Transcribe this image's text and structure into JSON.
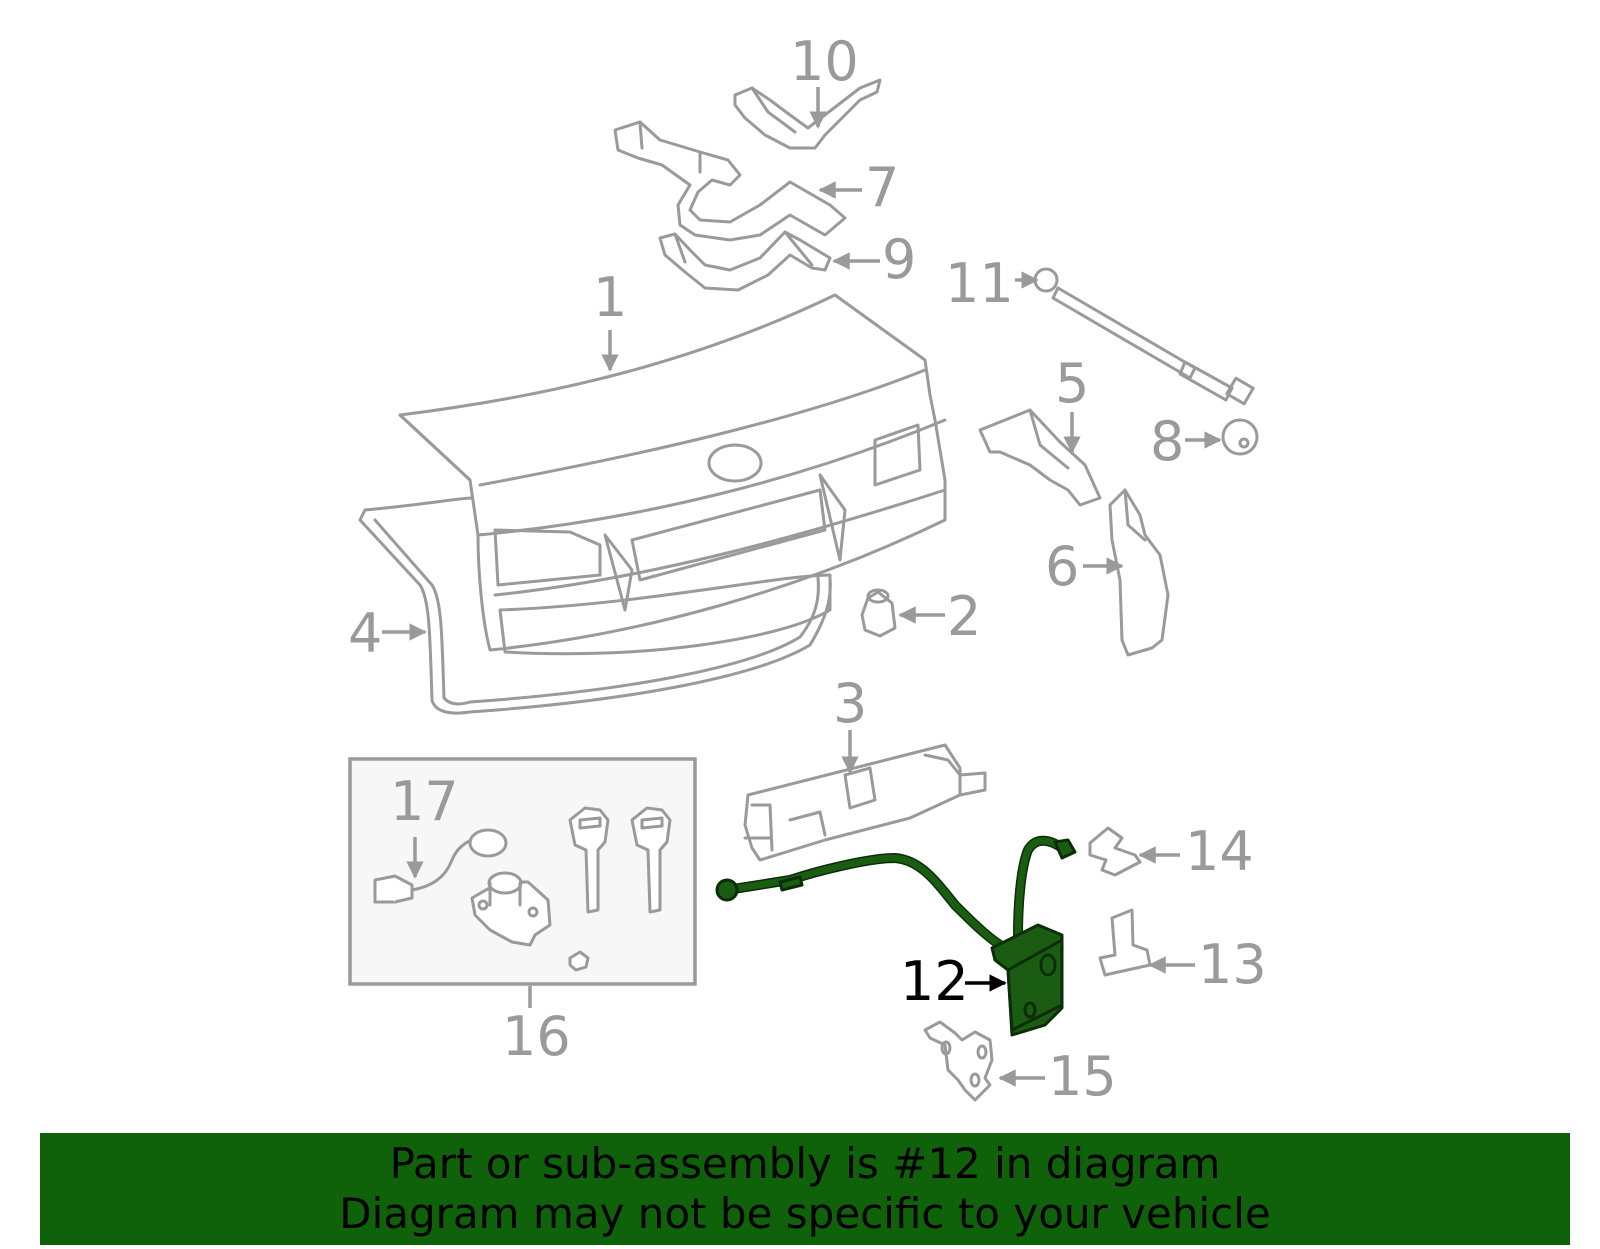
{
  "diagram": {
    "highlighted_part": "12",
    "callouts": [
      {
        "id": "c1",
        "label": "1"
      },
      {
        "id": "c2",
        "label": "2"
      },
      {
        "id": "c3",
        "label": "3"
      },
      {
        "id": "c4",
        "label": "4"
      },
      {
        "id": "c5",
        "label": "5"
      },
      {
        "id": "c6",
        "label": "6"
      },
      {
        "id": "c7",
        "label": "7"
      },
      {
        "id": "c8",
        "label": "8"
      },
      {
        "id": "c9",
        "label": "9"
      },
      {
        "id": "c10",
        "label": "10"
      },
      {
        "id": "c11",
        "label": "11"
      },
      {
        "id": "c12",
        "label": "12"
      },
      {
        "id": "c13",
        "label": "13"
      },
      {
        "id": "c14",
        "label": "14"
      },
      {
        "id": "c15",
        "label": "15"
      },
      {
        "id": "c16",
        "label": "16"
      },
      {
        "id": "c17",
        "label": "17"
      }
    ],
    "colors": {
      "part_line": "#9a9a9a",
      "highlight": "#1a5c12",
      "banner": "#0f620a"
    }
  },
  "banner": {
    "line1": "Part or sub-assembly is #12 in diagram",
    "line2": "Diagram may not be specific to your vehicle"
  }
}
